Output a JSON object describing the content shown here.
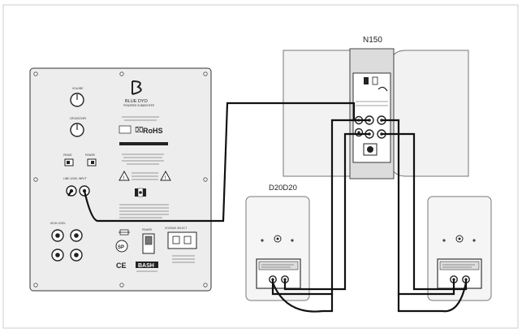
{
  "labels": {
    "amplifier": "N150",
    "speaker_pair": "D20D20"
  },
  "subwoofer": {
    "brand_text": "BLUE DYO",
    "certifications": [
      "RoHS",
      "CE"
    ],
    "amp_badge": "BASH"
  },
  "colors": {
    "background": "#ffffff",
    "frame": "#cccccc",
    "panel": "#ededed",
    "cable": "#111111"
  },
  "icons": [
    "bluedyo-logo-icon",
    "rohs-icon",
    "warning-triangle-icon",
    "canada-flag-icon",
    "ce-mark-icon",
    "csa-cert-icon",
    "bash-logo-icon"
  ]
}
